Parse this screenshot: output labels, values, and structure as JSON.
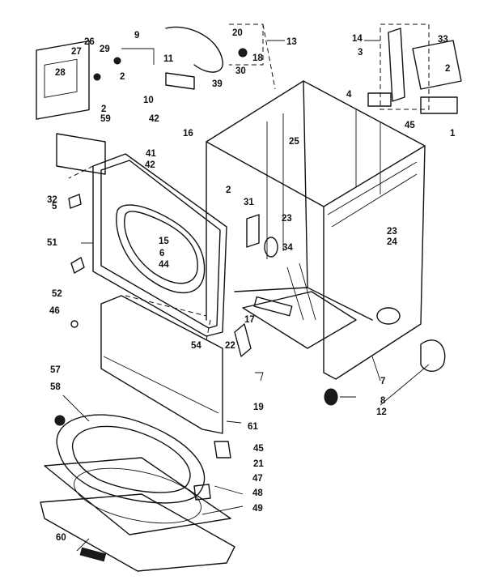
{
  "callouts": [
    "1",
    "2",
    "3",
    "4",
    "5",
    "6",
    "7",
    "8",
    "9",
    "10",
    "11",
    "12",
    "13",
    "14",
    "15",
    "16",
    "17",
    "18",
    "19",
    "20",
    "21",
    "22",
    "23",
    "24",
    "25",
    "26",
    "27",
    "28",
    "29",
    "30",
    "31",
    "32",
    "33",
    "34",
    "39",
    "41",
    "42",
    "44",
    "45",
    "46",
    "47",
    "48",
    "49",
    "51",
    "52",
    "54",
    "57",
    "58",
    "59",
    "60",
    "61"
  ],
  "labels": {
    "c1": "1",
    "c2a": "2",
    "c2b": "2",
    "c2c": "2",
    "c2d": "2",
    "c3": "3",
    "c4": "4",
    "c5": "5",
    "c6": "6",
    "c7": "7",
    "c8": "8",
    "c9": "9",
    "c10": "10",
    "c11": "11",
    "c12": "12",
    "c13": "13",
    "c14": "14",
    "c15": "15",
    "c16": "16",
    "c17": "17",
    "c18": "18",
    "c19": "19",
    "c20": "20",
    "c21": "21",
    "c22": "22",
    "c23a": "23",
    "c23b": "23",
    "c24": "24",
    "c25": "25",
    "c26": "26",
    "c27": "27",
    "c28": "28",
    "c29": "29",
    "c30": "30",
    "c31": "31",
    "c32": "32",
    "c33": "33",
    "c34": "34",
    "c39": "39",
    "c41": "41",
    "c42a": "42",
    "c42b": "42",
    "c44": "44",
    "c45a": "45",
    "c45b": "45",
    "c46": "46",
    "c47": "47",
    "c48": "48",
    "c49": "49",
    "c51": "51",
    "c52": "52",
    "c54": "54",
    "c57": "57",
    "c58": "58",
    "c59": "59",
    "c60": "60",
    "c61": "61"
  }
}
